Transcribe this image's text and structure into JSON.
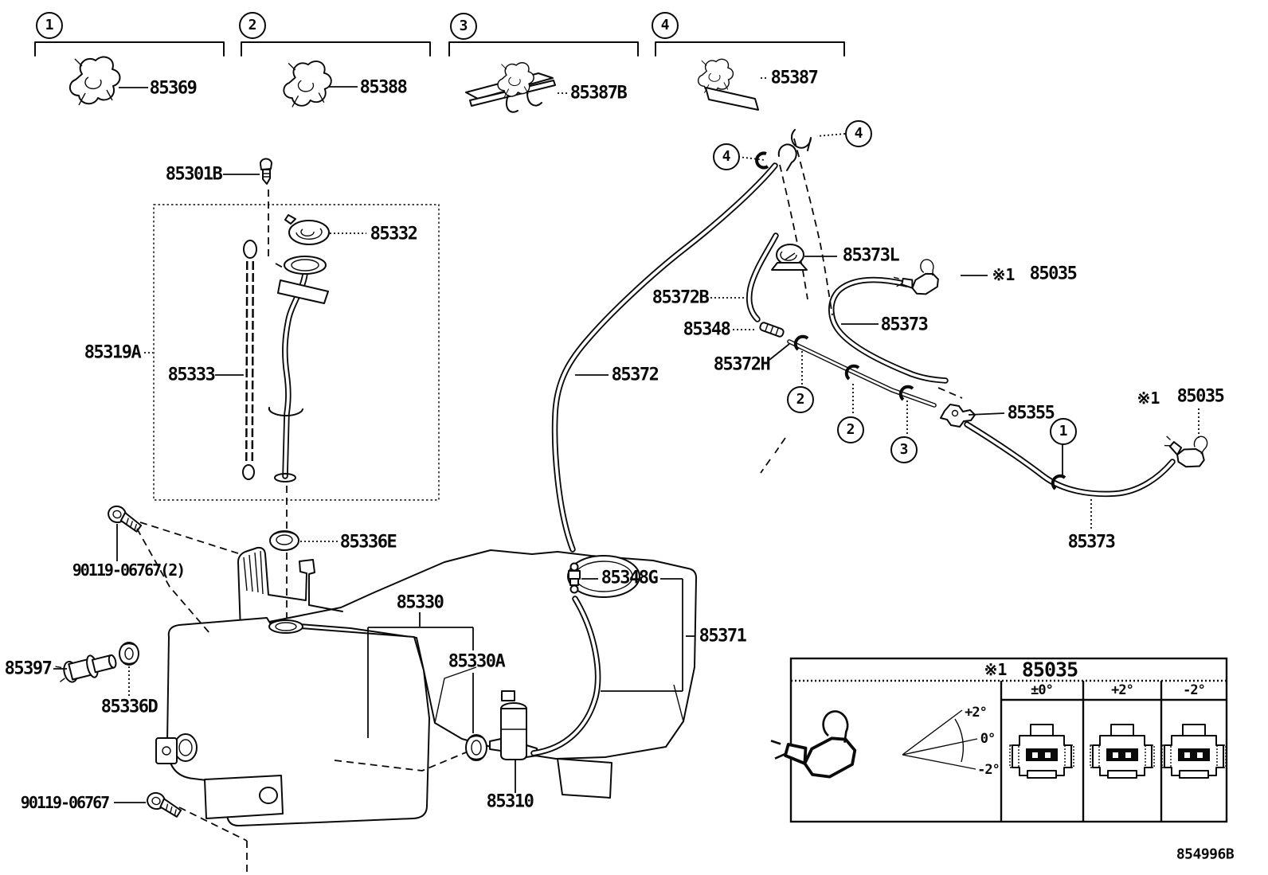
{
  "diagram": {
    "code": "854996B",
    "description_colors": {
      "line": "#0a0a0a",
      "background": "#ffffff"
    }
  },
  "labels": {
    "p85369": "85369",
    "p85388": "85388",
    "p85387b": "85387B",
    "p85387": "85387",
    "p85301b": "85301B",
    "p85332": "85332",
    "p85319a": "85319A",
    "p85333": "85333",
    "p85336e": "85336E",
    "p90119_2": "90119-06767(2)",
    "p85397": "85397",
    "p85336d": "85336D",
    "p90119": "90119-06767",
    "p85310": "85310",
    "p85330": "85330",
    "p85330a": "85330A",
    "p85348g": "85348G",
    "p85371": "85371",
    "p85372": "85372",
    "p85372b": "85372B",
    "p85348": "85348",
    "p85372h": "85372H",
    "p85373l": "85373L",
    "p85373_upper": "85373",
    "p85355": "85355",
    "p85373_lower": "85373",
    "p85035_top": "85035",
    "p85035_right": "85035",
    "ref_mark": "※1"
  },
  "callouts": {
    "n1": "1",
    "n2": "2",
    "n3": "3",
    "n4": "4"
  },
  "inset": {
    "ref": "※1",
    "part": "85035",
    "col1": "±0°",
    "col2": "+2°",
    "col3": "-2°",
    "fan_plus": "+2°",
    "fan_zero": "0°",
    "fan_minus": "-2°"
  }
}
